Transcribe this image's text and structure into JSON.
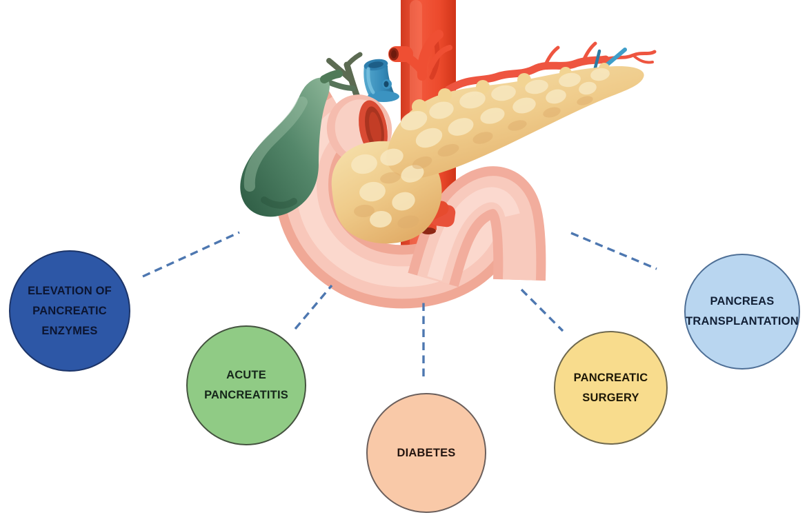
{
  "figure": {
    "type": "diagram",
    "illustration": {
      "name": "pancreas-anatomy-3d-illustration",
      "parts": [
        "pancreas",
        "gallbladder",
        "duodenum",
        "aorta",
        "portal-vein",
        "splenic-artery",
        "superior-mesenteric-vessels",
        "bile-ducts"
      ]
    },
    "connector_style": {
      "color": "#4d77b0",
      "style": "dashed"
    },
    "nodes": [
      {
        "id": "elevation-of-pancreatic-enzymes",
        "lines": [
          "ELEVATION OF",
          "PANCREATIC",
          "ENZYMES"
        ],
        "fill": "#2d57a6",
        "border": "#1c3468",
        "text_color": "#0c1531"
      },
      {
        "id": "acute-pancreatitis",
        "lines": [
          "ACUTE",
          "PANCREATITIS"
        ],
        "fill": "#90cb85",
        "border": "#44523f",
        "text_color": "#15261a"
      },
      {
        "id": "diabetes",
        "lines": [
          "DIABETES"
        ],
        "fill": "#f9c9a8",
        "border": "#6b5f5c",
        "text_color": "#241510"
      },
      {
        "id": "pancreatic-surgery",
        "lines": [
          "PANCREATIC",
          "SURGERY"
        ],
        "fill": "#f8dc8d",
        "border": "#6e684e",
        "text_color": "#1d1706"
      },
      {
        "id": "pancreas-transplantation",
        "lines": [
          "PANCREAS",
          "TRANSPLANTATION"
        ],
        "fill": "#b9d6f0",
        "border": "#4e6f96",
        "text_color": "#122036"
      }
    ]
  }
}
